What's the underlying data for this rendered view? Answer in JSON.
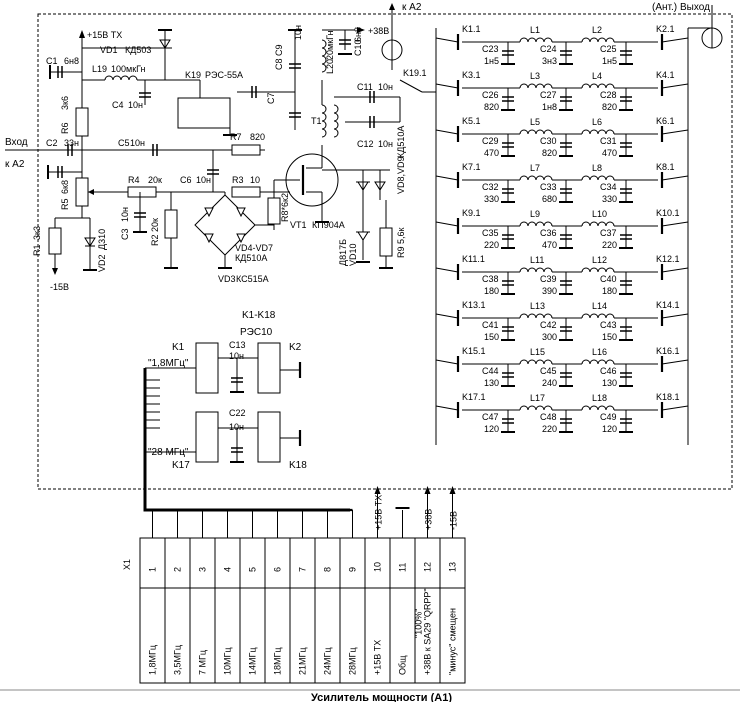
{
  "title": "Усилитель мощности (А1)",
  "io": {
    "vhod": "Вход",
    "k_a2_in": "к А2",
    "k_a2_top": "к А2",
    "ant": "(Ант.)",
    "vyhod": "Выход"
  },
  "rails": {
    "p15tx": "+15В ТХ",
    "p38": "+38В",
    "m15": "-15В"
  },
  "bias": {
    "C1": "C1",
    "C1v": "6н8",
    "VD1": "VD1",
    "VD1v": "КД503",
    "L19": "L19",
    "L19v": "100мкГн",
    "K19": "K19",
    "K19v": "РЭС-55А",
    "C4": "C4",
    "C4v": "10н",
    "R6": "R6",
    "R6v": "3к6",
    "C2": "C2",
    "C2v": "33н",
    "C5": "C5",
    "C5v": "10н",
    "R7": "R7",
    "R7v": "820",
    "R5": "R5",
    "R5v": "6к8",
    "R4": "R4",
    "R4v": "20к",
    "C6": "C6",
    "C6v": "10н",
    "R3": "R3",
    "R3v": "10",
    "R1": "R1",
    "R1v": "3к3",
    "VD2": "VD2",
    "VD2v": "Д310",
    "C3": "C3",
    "C3v": "10н",
    "R2": "R2",
    "R2v": "20к",
    "R8": "R8*",
    "R8v": "6к2",
    "VD4": "VD4-VD7",
    "VD4v": "КД510А",
    "VD3": "VD3",
    "VD3v": "КС515А",
    "VT1": "VT1",
    "VT1v": "КП904А",
    "C7": "C7",
    "C8": "C8",
    "C9": "C9",
    "C9v": "10н",
    "L20": "L20",
    "L20v": "20мкГн",
    "C10": "C10",
    "C10v": "6н8",
    "C11": "C11",
    "C11v": "10н",
    "T1": "T1",
    "C12": "C12",
    "C12v": "10н",
    "K191": "K19.1",
    "VD10": "VD10",
    "VD10v": "Д817Б",
    "VD8": "VD8,VD9",
    "VD8v": "КД510А",
    "R9": "R9",
    "R9v": "5,6к"
  },
  "filter_top": {
    "L1": "L1",
    "L2": "L2",
    "K21": "K2.1"
  },
  "filters": [
    {
      "kin": "K1.1",
      "kout": "K2.1",
      "l1": "L1",
      "l2": "L2",
      "c": [
        [
          "C23",
          "1н5"
        ],
        [
          "C24",
          "3н3"
        ],
        [
          "C25",
          "1н5"
        ]
      ]
    },
    {
      "kin": "K3.1",
      "kout": "K4.1",
      "l1": "L3",
      "l2": "L4",
      "c": [
        [
          "C26",
          "820"
        ],
        [
          "C27",
          "1н8"
        ],
        [
          "C28",
          "820"
        ]
      ]
    },
    {
      "kin": "K5.1",
      "kout": "K6.1",
      "l1": "L5",
      "l2": "L6",
      "c": [
        [
          "C29",
          "470"
        ],
        [
          "C30",
          "820"
        ],
        [
          "C31",
          "470"
        ]
      ]
    },
    {
      "kin": "K7.1",
      "kout": "K8.1",
      "l1": "L7",
      "l2": "L8",
      "c": [
        [
          "C32",
          "330"
        ],
        [
          "C33",
          "680"
        ],
        [
          "C34",
          "330"
        ]
      ]
    },
    {
      "kin": "K9.1",
      "kout": "K10.1",
      "l1": "L9",
      "l2": "L10",
      "c": [
        [
          "C35",
          "220"
        ],
        [
          "C36",
          "470"
        ],
        [
          "C37",
          "220"
        ]
      ]
    },
    {
      "kin": "K11.1",
      "kout": "K12.1",
      "l1": "L11",
      "l2": "L12",
      "c": [
        [
          "C38",
          "180"
        ],
        [
          "C39",
          "390"
        ],
        [
          "C40",
          "180"
        ]
      ]
    },
    {
      "kin": "K13.1",
      "kout": "K14.1",
      "l1": "L13",
      "l2": "L14",
      "c": [
        [
          "C41",
          "150"
        ],
        [
          "C42",
          "300"
        ],
        [
          "C43",
          "150"
        ]
      ]
    },
    {
      "kin": "K15.1",
      "kout": "K16.1",
      "l1": "L15",
      "l2": "L16",
      "c": [
        [
          "C44",
          "130"
        ],
        [
          "C45",
          "240"
        ],
        [
          "C46",
          "130"
        ]
      ]
    },
    {
      "kin": "K17.1",
      "kout": "K18.1",
      "l1": "L17",
      "l2": "L18",
      "c": [
        [
          "C47",
          "120"
        ],
        [
          "C48",
          "220"
        ],
        [
          "C49",
          "120"
        ]
      ]
    }
  ],
  "relays": {
    "group": "K1-K18",
    "type": "РЭС10",
    "K1": "K1",
    "K2": "K2",
    "K17": "K17",
    "K18": "K18",
    "f1": "\"1,8МГц\"",
    "f28": "\"28 МГц\"",
    "C13": "C13",
    "C13v": "10н",
    "C22": "C22",
    "C22v": "10н"
  },
  "connector": {
    "name": "X1",
    "pins": [
      {
        "n": "1",
        "label": "1,8МГц"
      },
      {
        "n": "2",
        "label": "3,5МГц"
      },
      {
        "n": "3",
        "label": "7 МГц"
      },
      {
        "n": "4",
        "label": "10МГц"
      },
      {
        "n": "5",
        "label": "14МГц"
      },
      {
        "n": "6",
        "label": "18МГц"
      },
      {
        "n": "7",
        "label": "21МГц"
      },
      {
        "n": "8",
        "label": "24МГц"
      },
      {
        "n": "9",
        "label": "28МГц"
      },
      {
        "n": "10",
        "label": "+15В ТХ"
      },
      {
        "n": "11",
        "label": "Общ"
      },
      {
        "n": "12",
        "label": "+38В к SA29 \"QRPP\""
      },
      {
        "n": "13",
        "label": "\"минус\" смещен"
      }
    ],
    "pin12_extra": "\"100%\"",
    "top_labels": [
      "+15В ТХ",
      "+38В",
      "-15В"
    ]
  }
}
